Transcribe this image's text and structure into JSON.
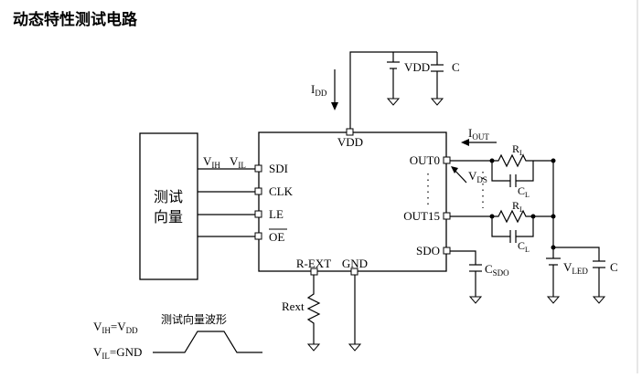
{
  "title": "动态特性测试电路",
  "vector_box": {
    "line1": "测试",
    "line2": "向量"
  },
  "signals": {
    "vih": "V",
    "vih_sub": "IH",
    "vil": "V",
    "vil_sub": "IL"
  },
  "chip": {
    "left_pins": [
      "SDI",
      "CLK",
      "LE",
      "OE"
    ],
    "right_pins": [
      "OUT0",
      "OUT15",
      "SDO"
    ],
    "top_pin": "VDD",
    "bottom_pins": [
      "R-EXT",
      "GND"
    ]
  },
  "supply": {
    "vdd_label": "VDD",
    "c_label": "C"
  },
  "currents": {
    "idd": "I",
    "idd_sub": "DD",
    "iout": "I",
    "iout_sub": "OUT",
    "vds": "V",
    "vds_sub": "DS"
  },
  "loads": {
    "rl": "R",
    "rl_sub": "L",
    "cl": "C",
    "cl_sub": "L"
  },
  "sdo_cap": {
    "label": "C",
    "sub": "SDO"
  },
  "led_supply": {
    "label": "V",
    "sub": "LED"
  },
  "right_cap": "C",
  "rext_label": "Rext",
  "waveform": {
    "title": "测试向量波形",
    "high_a": "V",
    "high_a_sub": "IH",
    "high_eq": "=V",
    "high_b_sub": "DD",
    "low_a": "V",
    "low_a_sub": "IL",
    "low_eq": "=GND"
  }
}
